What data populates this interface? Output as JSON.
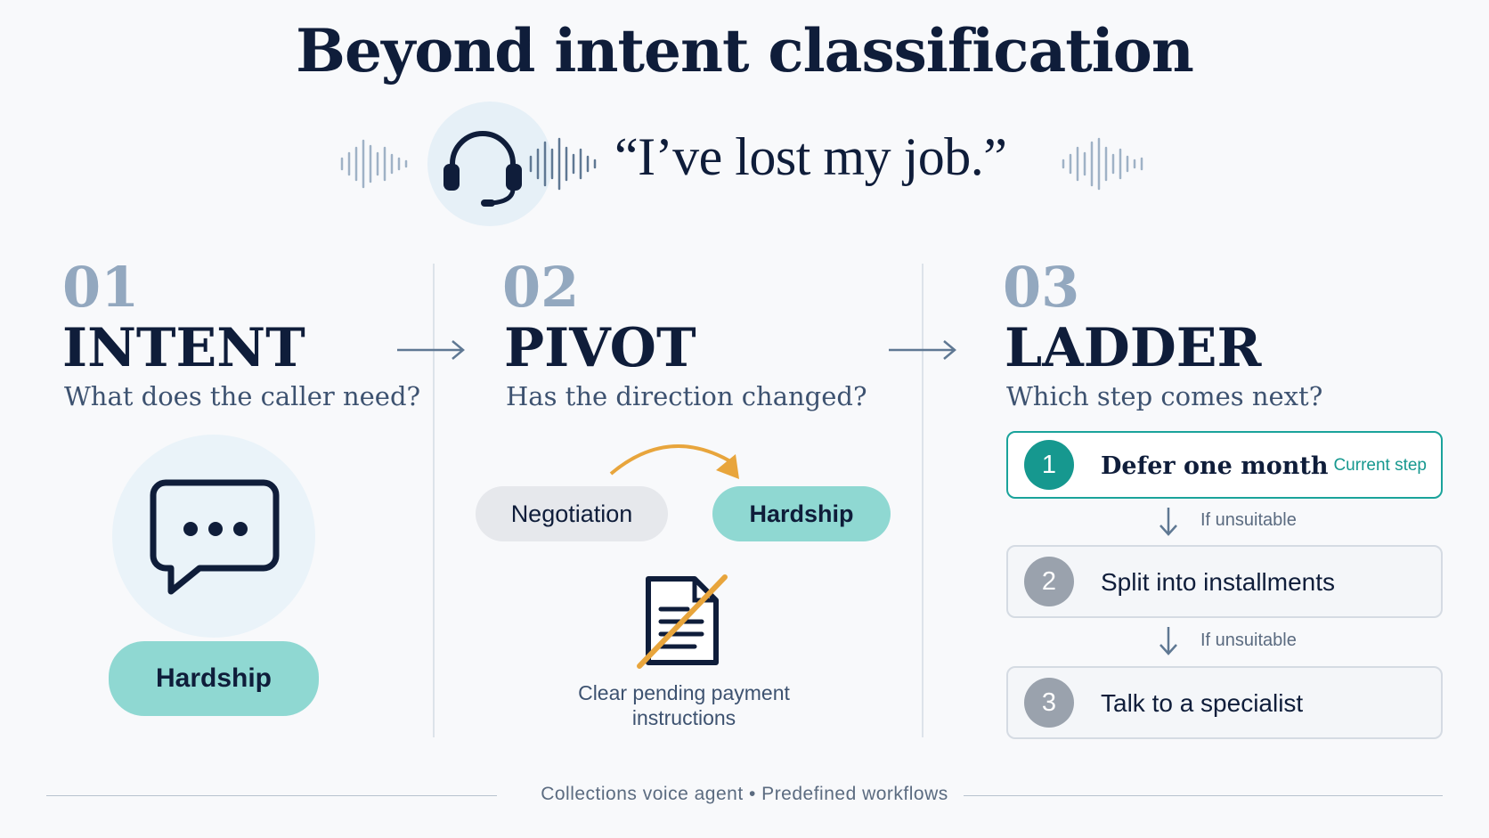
{
  "title": "Beyond intent classification",
  "quote": "“I’ve lost my job.”",
  "icons": {
    "headset": "headset-icon",
    "waveform": "waveform-icon",
    "chat": "chat-bubble-icon",
    "document": "document-icon",
    "arrow": "arrow-right-icon",
    "down_arrow": "arrow-down-icon"
  },
  "columns": [
    {
      "number": "01",
      "heading": "INTENT",
      "question": "What does the caller need?"
    },
    {
      "number": "02",
      "heading": "PIVOT",
      "question": "Has the direction changed?"
    },
    {
      "number": "03",
      "heading": "LADDER",
      "question": "Which step comes next?"
    }
  ],
  "intent": {
    "label": "Hardship"
  },
  "pivot": {
    "from_label": "Negotiation",
    "to_label": "Hardship",
    "cleared_caption": "Clear pending payment instructions"
  },
  "ladder": {
    "steps": [
      {
        "number": "1",
        "label": "Defer one month",
        "tag": "Current step"
      },
      {
        "number": "2",
        "label": "Split into installments",
        "tag": ""
      },
      {
        "number": "3",
        "label": "Talk to a specialist",
        "tag": ""
      }
    ],
    "condition": "If unsuitable"
  },
  "footer": "Collections voice agent  •  Predefined workflows",
  "colors": {
    "navy": "#0f1d3a",
    "teal": "#16988f",
    "teal_light": "#8fd8d2",
    "orange": "#e8a53c",
    "muted_number": "#93a8bf"
  }
}
